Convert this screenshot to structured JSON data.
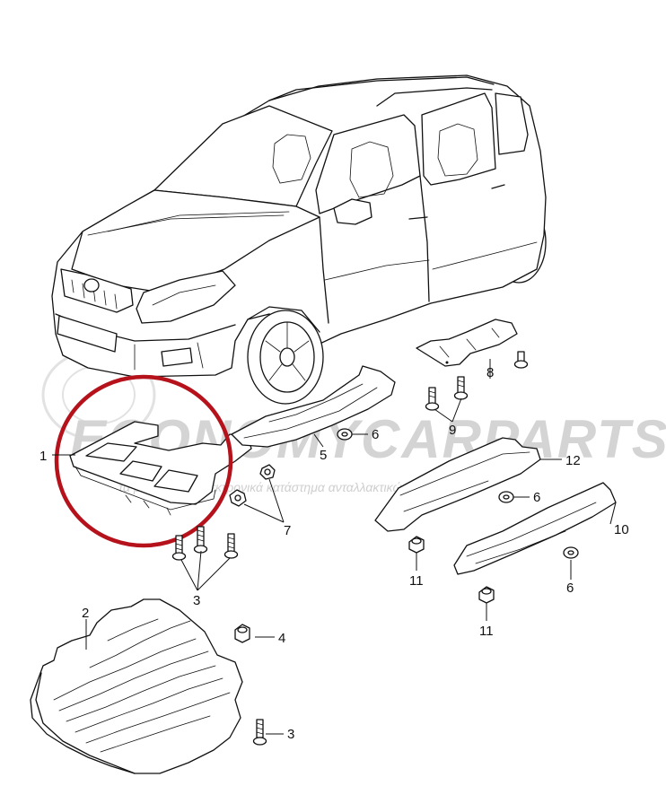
{
  "diagram": {
    "watermark": {
      "brand": "ECONOMYCARPARTS.GR",
      "tagline": "τα ρεπρότερα ηλεκτρονικά κατάστημα ανταλλακτικών"
    },
    "callouts": [
      {
        "id": "c1",
        "label": "1"
      },
      {
        "id": "c2",
        "label": "2"
      },
      {
        "id": "c3a",
        "label": "3"
      },
      {
        "id": "c3b",
        "label": "3"
      },
      {
        "id": "c4",
        "label": "4"
      },
      {
        "id": "c5",
        "label": "5"
      },
      {
        "id": "c6a",
        "label": "6"
      },
      {
        "id": "c6b",
        "label": "6"
      },
      {
        "id": "c6c",
        "label": "6"
      },
      {
        "id": "c7",
        "label": "7"
      },
      {
        "id": "c8",
        "label": "8"
      },
      {
        "id": "c9",
        "label": "9"
      },
      {
        "id": "c10",
        "label": "10"
      },
      {
        "id": "c11a",
        "label": "11"
      },
      {
        "id": "c11b",
        "label": "11"
      },
      {
        "id": "c12",
        "label": "12"
      }
    ],
    "highlight_color": "#b5121b",
    "watermark_color": "#d4d4d4",
    "line_color": "#111111"
  }
}
